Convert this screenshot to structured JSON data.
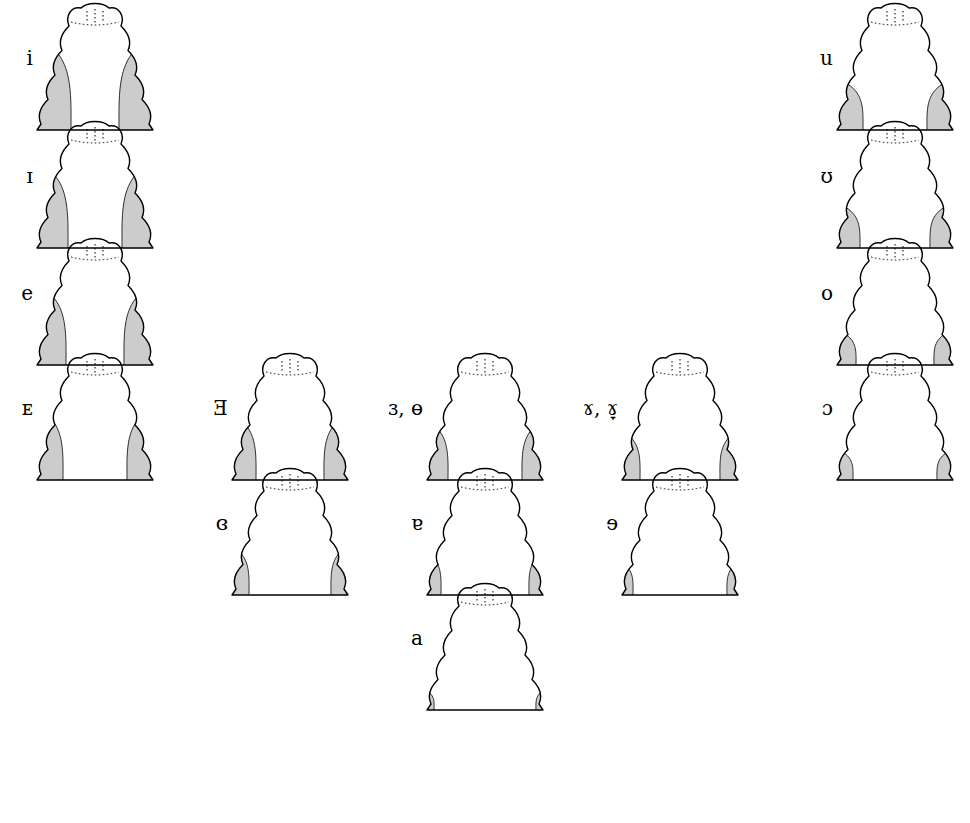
{
  "diagram": {
    "labels": [
      "i",
      "u",
      "ɪ",
      "ʊ",
      "e",
      "o",
      "ᴇ",
      "Ǝ",
      "ɜ, ɵ",
      "ɤ, ɤ̞",
      "ɔ",
      "ɞ",
      "ɐ",
      "ɘ",
      "a"
    ]
  }
}
